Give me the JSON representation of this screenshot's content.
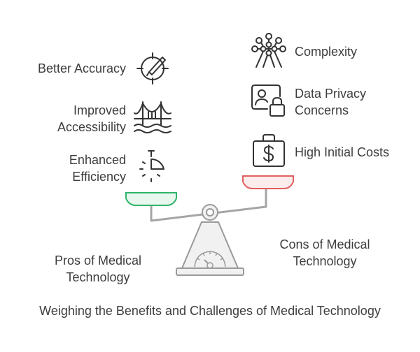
{
  "pros": {
    "items": [
      {
        "label_lines": [
          "Better Accuracy"
        ],
        "icon": "target-icon"
      },
      {
        "label_lines": [
          "Improved",
          "Accessibility"
        ],
        "icon": "bridge-icon"
      },
      {
        "label_lines": [
          "Enhanced",
          "Efficiency"
        ],
        "icon": "timer-icon"
      }
    ],
    "title_lines": [
      "Pros of Medical",
      "Technology"
    ],
    "pan_color": "#2fb36b",
    "pan_fill": "#e8f8ee"
  },
  "cons": {
    "items": [
      {
        "label_lines": [
          "Complexity"
        ],
        "icon": "network-icon"
      },
      {
        "label_lines": [
          "Data Privacy",
          "Concerns"
        ],
        "icon": "id-lock-icon"
      },
      {
        "label_lines": [
          "High Initial Costs"
        ],
        "icon": "money-bag-icon"
      }
    ],
    "title_lines": [
      "Cons of Medical",
      "Technology"
    ],
    "pan_color": "#e06060",
    "pan_fill": "#fdecec"
  },
  "caption": "Weighing the Benefits and Challenges of Medical Technology"
}
